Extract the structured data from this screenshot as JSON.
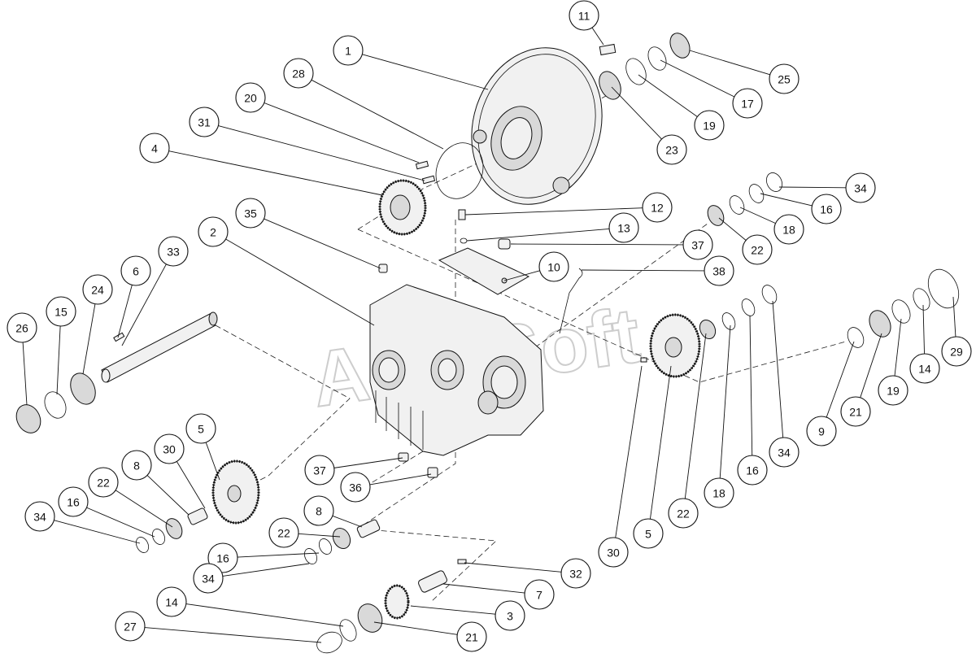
{
  "diagram": {
    "watermark": "AutoSoft",
    "callouts": [
      "1",
      "2",
      "3",
      "4",
      "5",
      "5",
      "6",
      "7",
      "8",
      "8",
      "9",
      "10",
      "11",
      "12",
      "13",
      "14",
      "14",
      "15",
      "16",
      "16",
      "16",
      "16",
      "17",
      "18",
      "18",
      "19",
      "19",
      "20",
      "21",
      "21",
      "22",
      "22",
      "22",
      "22",
      "23",
      "24",
      "25",
      "26",
      "27",
      "28",
      "29",
      "30",
      "30",
      "31",
      "32",
      "33",
      "34",
      "34",
      "34",
      "34",
      "35",
      "36",
      "37",
      "37",
      "38"
    ]
  }
}
